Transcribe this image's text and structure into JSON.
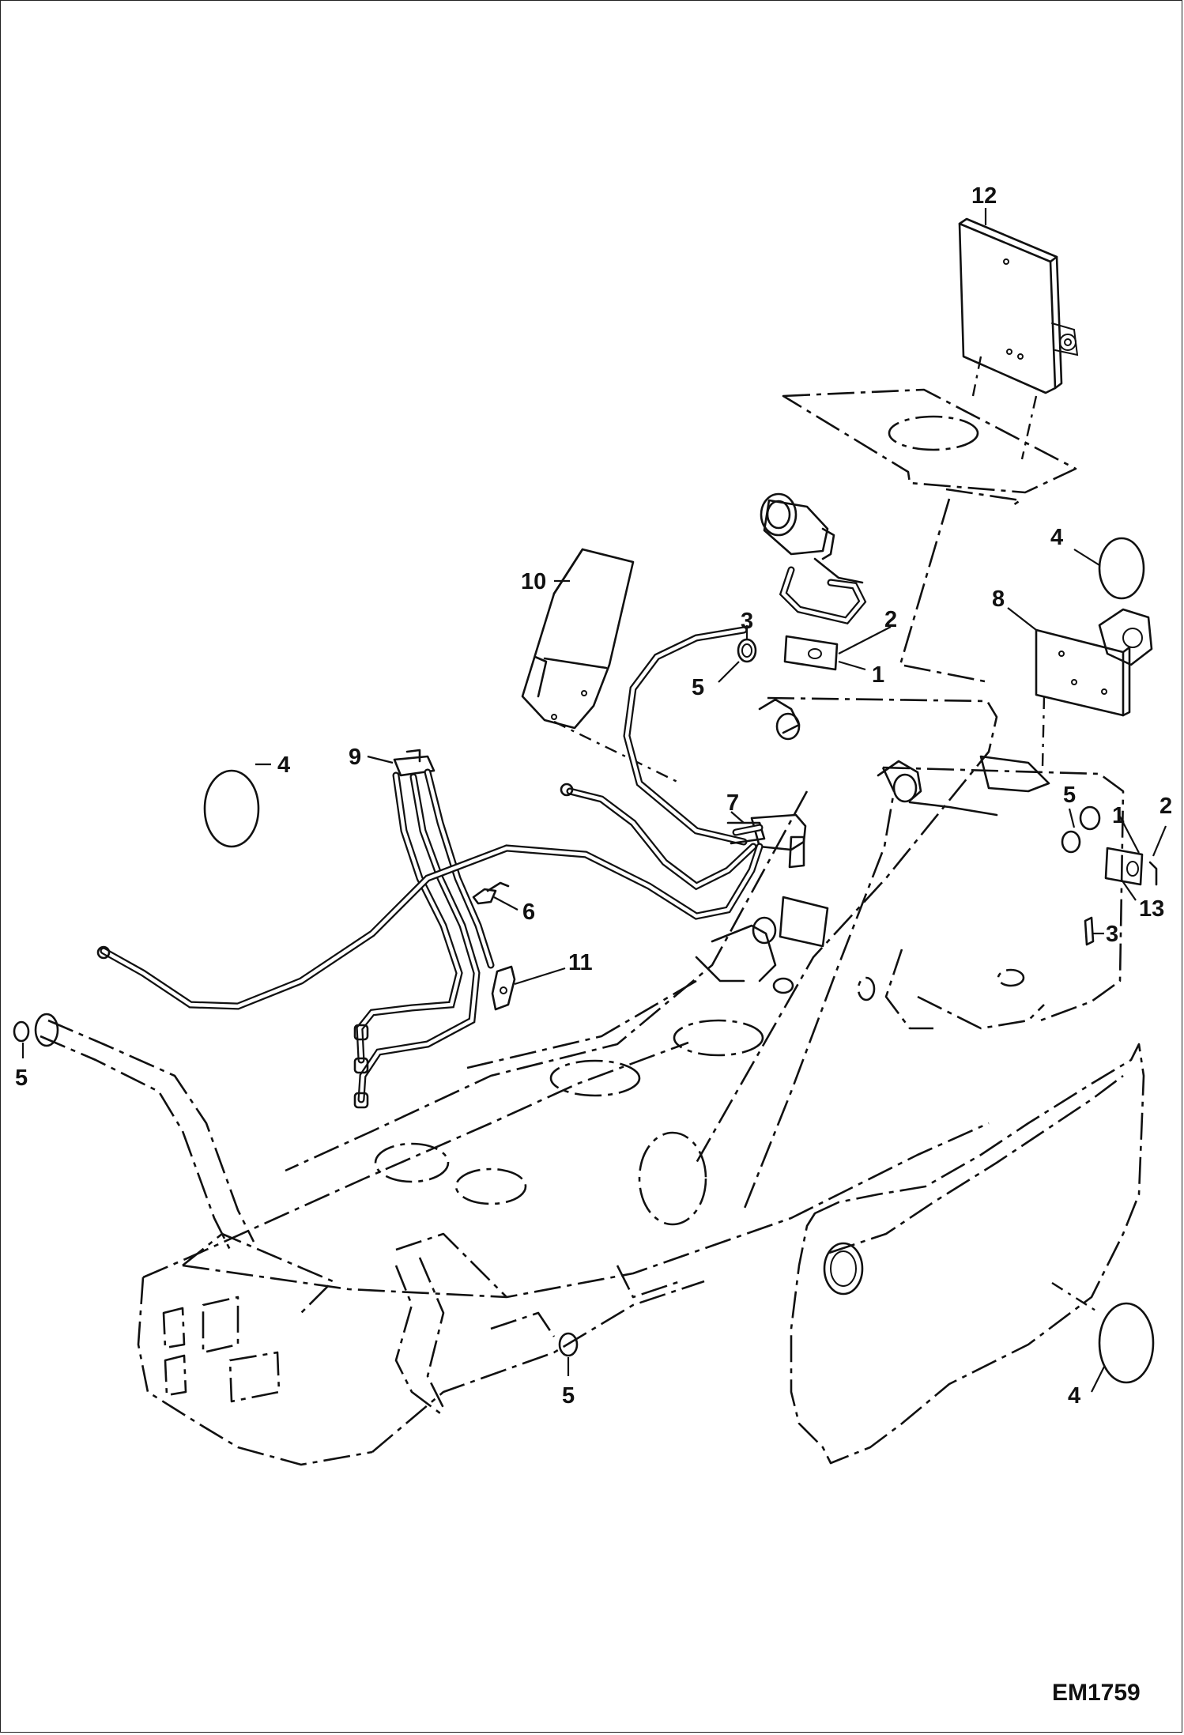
{
  "drawing_code": "EM1759",
  "callouts": [
    {
      "id": "c12",
      "text": "12"
    },
    {
      "id": "c4a",
      "text": "4"
    },
    {
      "id": "c10",
      "text": "10"
    },
    {
      "id": "c3a",
      "text": "3"
    },
    {
      "id": "c2a",
      "text": "2"
    },
    {
      "id": "c1a",
      "text": "1"
    },
    {
      "id": "c5a",
      "text": "5"
    },
    {
      "id": "c8",
      "text": "8"
    },
    {
      "id": "c4b",
      "text": "4"
    },
    {
      "id": "c9",
      "text": "9"
    },
    {
      "id": "c7",
      "text": "7"
    },
    {
      "id": "c5b",
      "text": "5"
    },
    {
      "id": "c1b",
      "text": "1"
    },
    {
      "id": "c2b",
      "text": "2"
    },
    {
      "id": "c6",
      "text": "6"
    },
    {
      "id": "c13",
      "text": "13"
    },
    {
      "id": "c3b",
      "text": "3"
    },
    {
      "id": "c11",
      "text": "11"
    },
    {
      "id": "c5c",
      "text": "5"
    },
    {
      "id": "c5d",
      "text": "5"
    },
    {
      "id": "c4c",
      "text": "4"
    }
  ]
}
